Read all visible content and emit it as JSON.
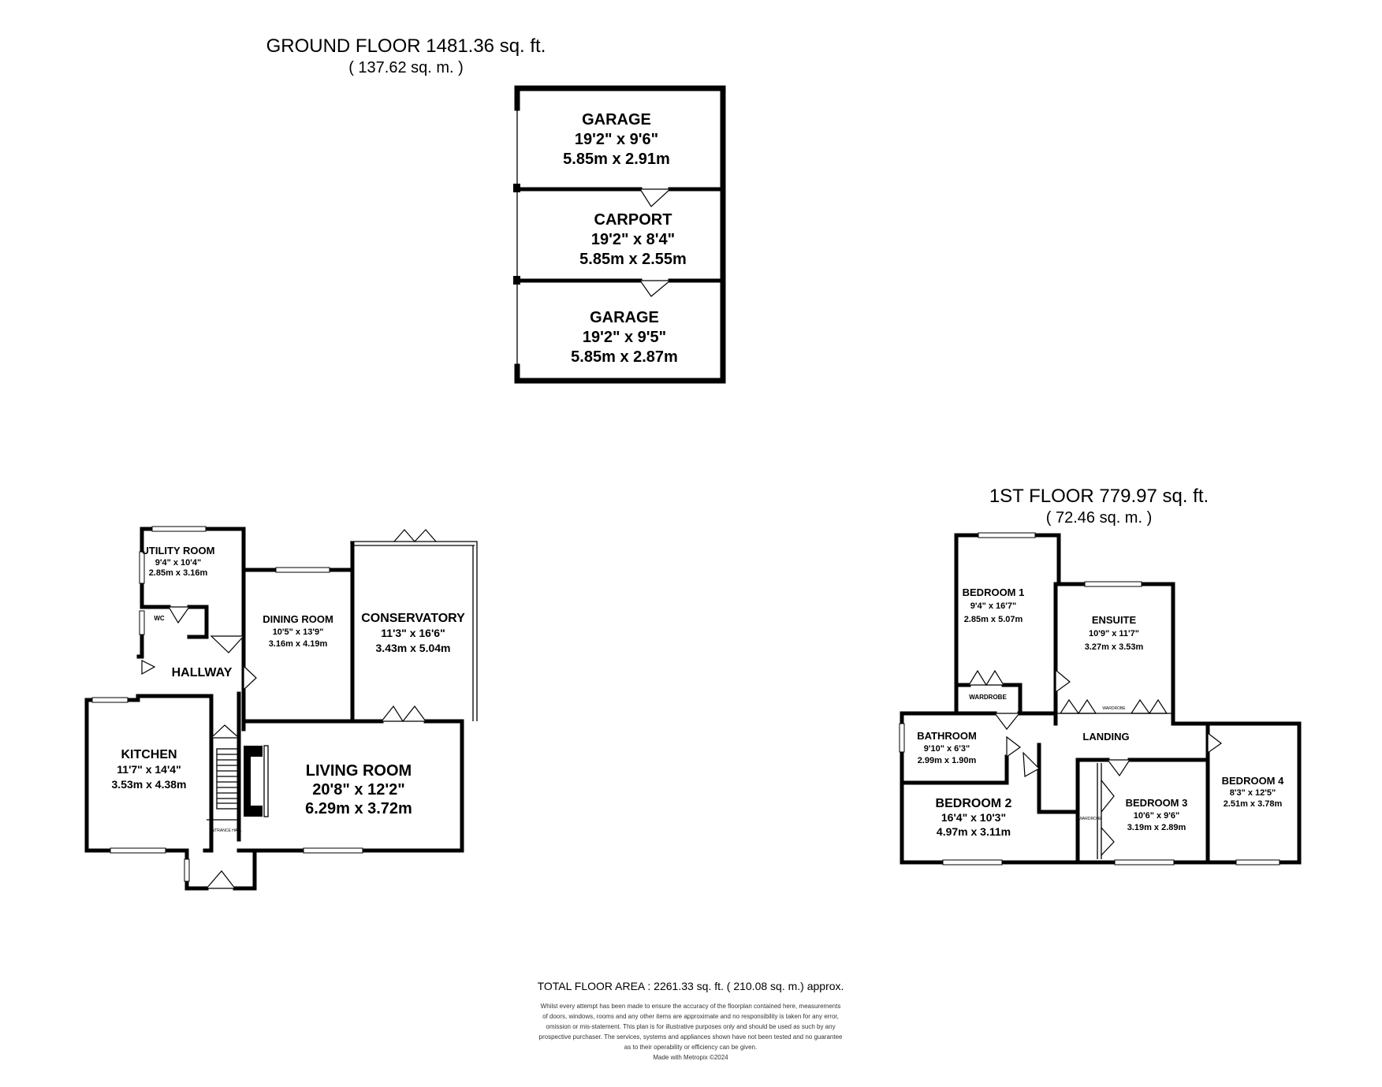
{
  "ground_floor": {
    "heading": "GROUND FLOOR 1481.36 sq. ft.",
    "subheading": "( 137.62 sq. m. )",
    "rooms": {
      "garage_1": {
        "name": "GARAGE",
        "imperial": "19'2\" x 9'6\"",
        "metric": "5.85m x 2.91m"
      },
      "carport": {
        "name": "CARPORT",
        "imperial": "19'2\" x 8'4\"",
        "metric": "5.85m x 2.55m"
      },
      "garage_2": {
        "name": "GARAGE",
        "imperial": "19'2\" x 9'5\"",
        "metric": "5.85m x 2.87m"
      },
      "utility": {
        "name": "UTILITY ROOM",
        "imperial": "9'4\" x 10'4\"",
        "metric": "2.85m x 3.16m"
      },
      "wc": {
        "name": "WC"
      },
      "hallway": {
        "name": "HALLWAY"
      },
      "dining": {
        "name": "DINING ROOM",
        "imperial": "10'5\" x 13'9\"",
        "metric": "3.16m x 4.19m"
      },
      "conservatory": {
        "name": "CONSERVATORY",
        "imperial": "11'3\" x 16'6\"",
        "metric": "3.43m x 5.04m"
      },
      "kitchen": {
        "name": "KITCHEN",
        "imperial": "11'7\" x 14'4\"",
        "metric": "3.53m x 4.38m"
      },
      "living": {
        "name": "LIVING ROOM",
        "imperial": "20'8\" x 12'2\"",
        "metric": "6.29m x 3.72m"
      },
      "entrance": {
        "name": "ENTRANCE HALL"
      }
    }
  },
  "first_floor": {
    "heading": "1ST FLOOR 779.97 sq. ft.",
    "subheading": "( 72.46 sq. m. )",
    "rooms": {
      "bedroom1": {
        "name": "BEDROOM 1",
        "imperial": "9'4\" x 16'7\"",
        "metric": "2.85m x 5.07m"
      },
      "wardrobe": {
        "name": "WARDROBE"
      },
      "ensuite": {
        "name": "ENSUITE",
        "imperial": "10'9\" x 11'7\"",
        "metric": "3.27m x 3.53m"
      },
      "ensuite_wardrobe": {
        "name": "WARDROBE"
      },
      "bathroom": {
        "name": "BATHROOM",
        "imperial": "9'10\" x 6'3\"",
        "metric": "2.99m x 1.90m"
      },
      "landing": {
        "name": "LANDING"
      },
      "bedroom2": {
        "name": "BEDROOM 2",
        "imperial": "16'4\" x 10'3\"",
        "metric": "4.97m x 3.11m"
      },
      "bedroom3": {
        "name": "BEDROOM 3",
        "imperial": "10'6\" x 9'6\"",
        "metric": "3.19m x 2.89m"
      },
      "bedroom3_wardrobe": {
        "name": "WARDROBE"
      },
      "bedroom4": {
        "name": "BEDROOM 4",
        "imperial": "8'3\" x 12'5\"",
        "metric": "2.51m x 3.78m"
      }
    }
  },
  "footer": {
    "total": "TOTAL FLOOR AREA : 2261.33 sq. ft. ( 210.08 sq. m.) approx.",
    "disclaimer": [
      "Whilst every attempt has been made to ensure the accuracy of the floorplan contained here, measurements",
      "of doors, windows, rooms and any other items are approximate and no responsibility is taken for any error,",
      "omission or mis-statement. This plan is for illustrative purposes only and should be used as such by any",
      "prospective purchaser. The services, systems and appliances shown have not been tested and no guarantee",
      "as to their operability or efficiency can be given."
    ],
    "credit": "Made with Metropix ©2024"
  }
}
